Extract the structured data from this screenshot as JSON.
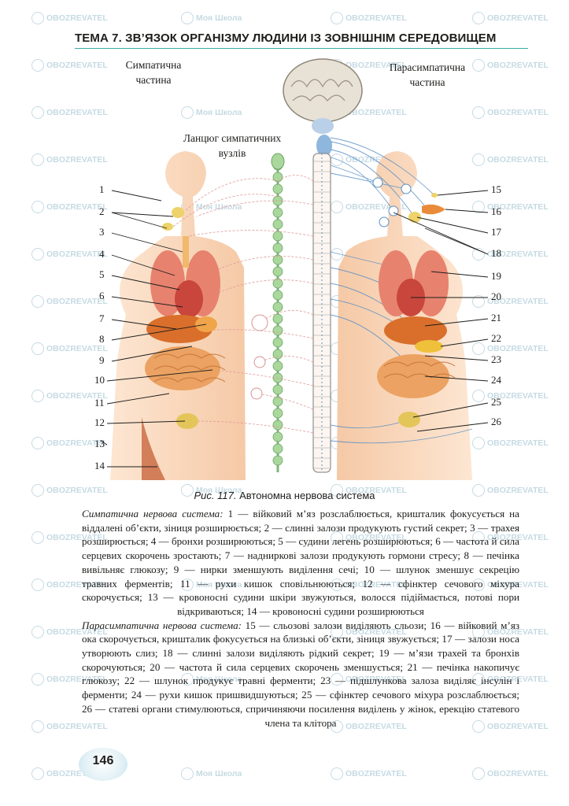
{
  "header": {
    "title": "ТЕМА 7. ЗВ’ЯЗОК ОРГАНІЗМУ ЛЮДИНИ ІЗ ЗОВНІШНІМ СЕРЕДОВИЩЕМ"
  },
  "figure": {
    "left_label_line1": "Симпатична",
    "left_label_line2": "частина",
    "right_label_line1": "Парасимпатична",
    "right_label_line2": "частина",
    "chain_label_line1": "Ланцюг симпатичних",
    "chain_label_line2": "вузлів",
    "left_numbers": [
      "1",
      "2",
      "3",
      "4",
      "5",
      "6",
      "7",
      "8",
      "9",
      "10",
      "11",
      "12",
      "13",
      "14"
    ],
    "right_numbers": [
      "15",
      "16",
      "17",
      "18",
      "19",
      "20",
      "21",
      "22",
      "23",
      "24",
      "25",
      "26"
    ]
  },
  "caption": {
    "ref": "Рис. 117.",
    "text": "Автономна нервова система"
  },
  "text": {
    "sympathetic_lead": "Симпатична нервова система:",
    "sympathetic_body": " 1 — війковий м’яз розслаблюється, кришталик фокусується на віддалені об’єкти, зіниця розширюється; 2 — слинні залози продукують густий секрет; 3 — трахея розширюється; 4 — бронхи розширюються; 5 — судини легень розширюються; 6 — частота й сила серцевих скорочень зростають; 7 — надниркові залози продукують гормони стресу; 8 — печінка вивільняє глюкозу; 9 — нирки зменшують виділення сечі; 10 — шлунок зменшує секрецію травних ферментів; 11 — рухи кишок сповільнюються; 12 — сфінктер сечового міхура скорочується; 13 — кровоносні судини шкіри звужуються, волосся підіймається, потові пори відкриваються; 14 — кровоносні судини розширюються",
    "parasympathetic_lead": "Парасимпатична нервова система:",
    "parasympathetic_body": " 15 — сльозові залози виділяють сльози; 16 — війковий м’яз ока скорочується, кришталик фокусується на близькі об’єкти, зіниця звужується; 17 — залози носа утворюють слиз; 18 — слинні залози виділяють рідкий секрет; 19 — м’язи трахей та бронхів скорочуються; 20 — частота й сила серцевих скорочень зменшується; 21 — печінка накопичує глюкозу; 22 — шлунок продукує травні ферменти; 23 — підшлункова залоза виділяє інсулін і ферменти; 24 — рухи кишок пришвидшуються; 25 — сфінктер сечового міхура розслаблюється; 26 — статеві органи стимулюються, спричиняючи посилення виділень у жінок, ерекцію статевого члена та клітора"
  },
  "page": {
    "number": "146"
  },
  "watermark": {
    "text_a": "OBOZREVATEL",
    "text_b": "Моя Школа"
  },
  "colors": {
    "accent": "#3aaea6",
    "skin": "#f6d3b4",
    "organ": "#e8893c",
    "nerve": "#5a8fc6",
    "symp_nerve": "#e9a0a0"
  }
}
